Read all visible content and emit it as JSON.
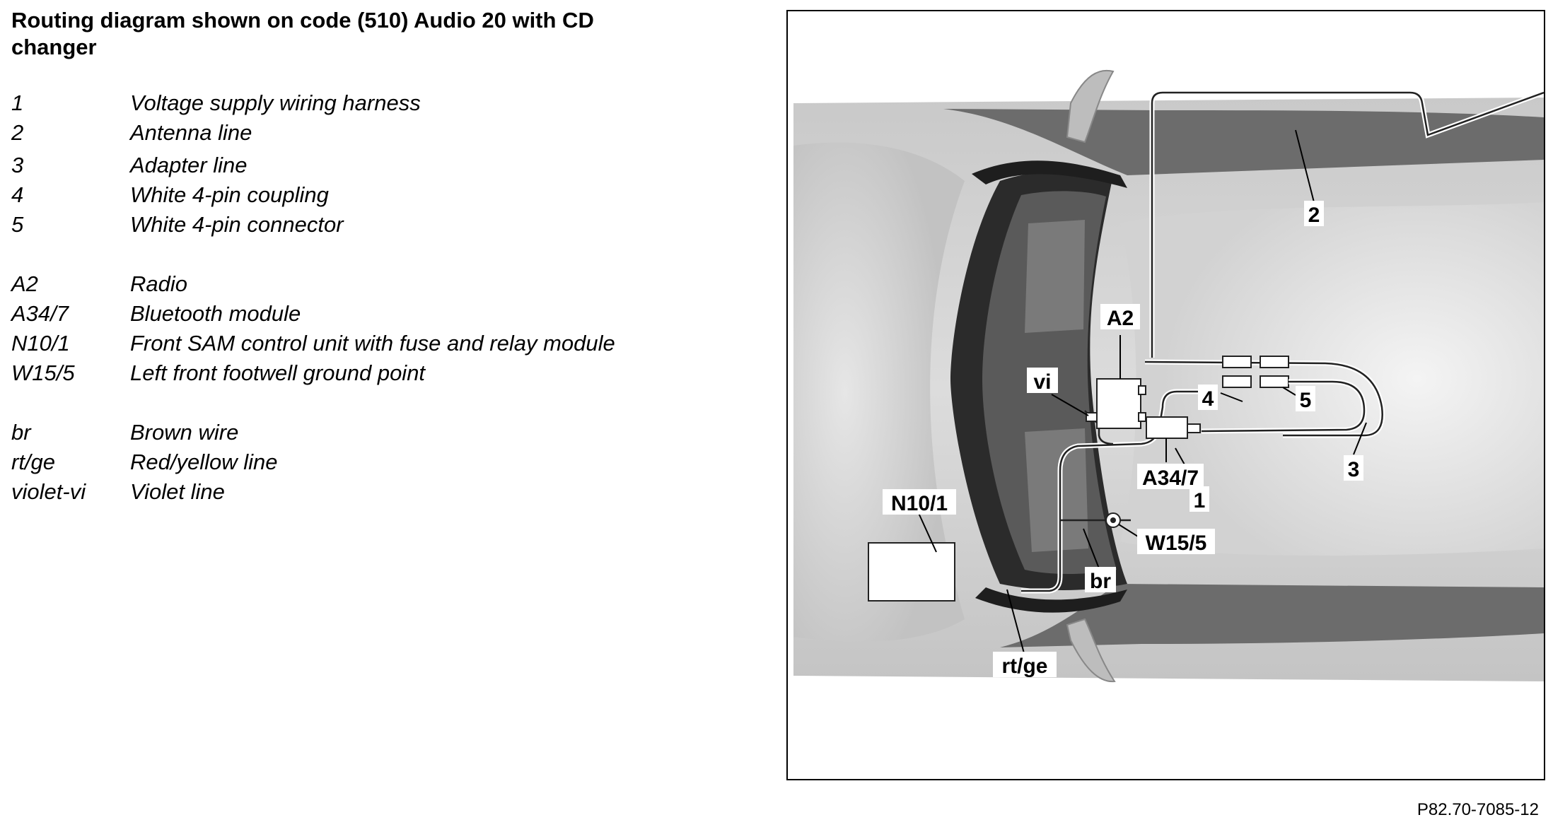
{
  "title": "Routing diagram shown on code (510) Audio 20 with CD changer",
  "legend": [
    {
      "code": "1",
      "desc": "Voltage supply wiring harness"
    },
    {
      "code": "2",
      "desc": "Antenna line"
    },
    {
      "code": "3",
      "desc": "Adapter line"
    },
    {
      "code": "4",
      "desc": "White 4-pin coupling"
    },
    {
      "code": "5",
      "desc": "White 4-pin connector"
    },
    {
      "code": "A2",
      "desc": "Radio"
    },
    {
      "code": "A34/7",
      "desc": "Bluetooth module"
    },
    {
      "code": "N10/1",
      "desc": "Front SAM control unit with fuse and relay module"
    },
    {
      "code": "W15/5",
      "desc": "Left front footwell ground point"
    },
    {
      "code": "br",
      "desc": "Brown wire"
    },
    {
      "code": "rt/ge",
      "desc": "Red/yellow line"
    },
    {
      "code": "violet-vi",
      "desc": "Violet line"
    }
  ],
  "callouts": {
    "c2": "2",
    "cA2": "A2",
    "cvi": "vi",
    "c4": "4",
    "c5": "5",
    "c3": "3",
    "cA347": "A34/7",
    "c1": "1",
    "cN101": "N10/1",
    "cW155": "W15/5",
    "cbr": "br",
    "crtge": "rt/ge"
  },
  "footer": "P82.70-7085-12"
}
